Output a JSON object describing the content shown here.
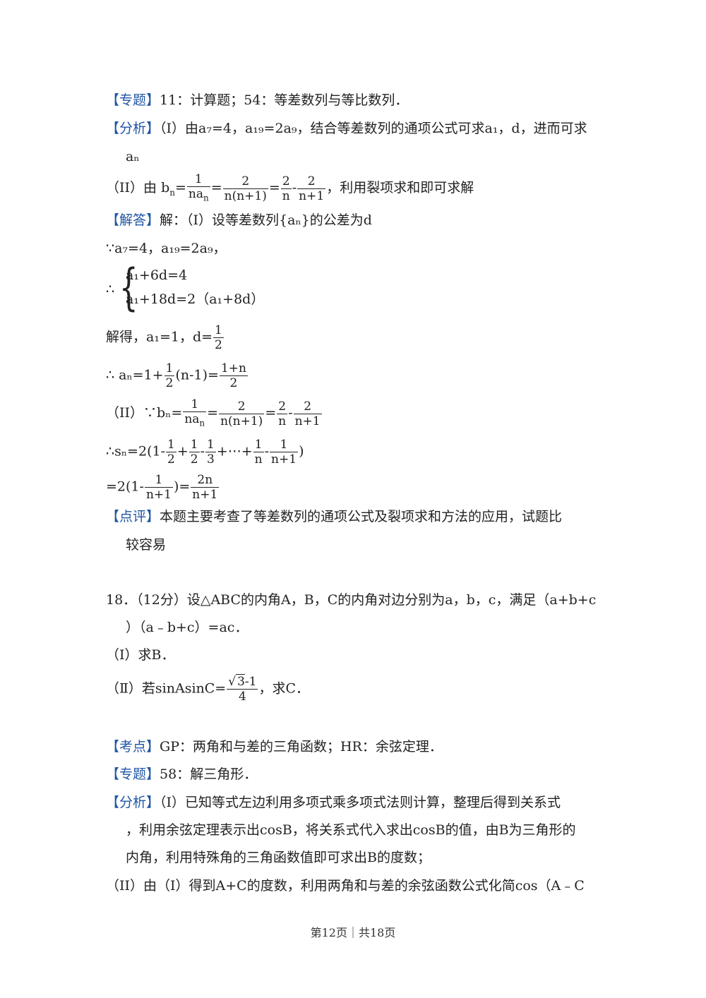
{
  "lines": {
    "l1_tag": "【专题】",
    "l1_text": "11：计算题；54：等差数列与等比数列．",
    "l2_tag": "【分析】",
    "l2_text": "（I）由a₇=4，a₁₉=2a₉，结合等差数列的通项公式可求a₁，d，进而可求",
    "l3_text": "aₙ",
    "l4_a": "（II）由",
    "l4_b": "，利用裂项求和即可求解",
    "l5_tag": "【解答】",
    "l5_text": "解：（I）设等差数列{aₙ}的公差为d",
    "l6_text": "∵a₇=4，a₁₉=2a₉，",
    "l7_text": "a₁+6d=4",
    "l8_text": "a₁+18d=2（a₁+8d）",
    "therefore": "∴",
    "l9_text": "解得，a₁=1，d=",
    "l10_text": "∴ aₙ=1+",
    "l10_b": "(n-1)=",
    "l11_text": "（II）∵bₙ=",
    "l12_text": "∴sₙ=2(1-",
    "l13_text": "=2(1-",
    "l14_tag": "【点评】",
    "l14_text": "本题主要考查了等差数列的通项公式及裂项求和方法的应用，试题比",
    "l15_text": "较容易",
    "q18_a": "18．（12分）设△ABC的内角A，B，C的内角对边分别为a，b，c，满足（a+b+c",
    "q18_b": "）（a﹣b+c）=ac．",
    "q18_c": "（Ⅰ）求B．",
    "q18_d": "（Ⅱ）若sinAsinC=",
    "q18_d_end": "，求C．",
    "kd_tag": "【考点】",
    "kd_text": "GP：两角和与差的三角函数；HR：余弦定理．",
    "zt_tag": "【专题】",
    "zt_text": "58：解三角形．",
    "fx_tag": "【分析】",
    "fx_1": "（I）已知等式左边利用多项式乘多项式法则计算，整理后得到关系式",
    "fx_2": "，利用余弦定理表示出cosB，将关系式代入求出cosB的值，由B为三角形的",
    "fx_3": "内角，利用特殊角的三角函数值即可求出B的度数；",
    "fx_4": "（II）由（I）得到A+C的度数，利用两角和与差的余弦函数公式化简cos（A﹣C"
  },
  "footer": "第12页｜共18页"
}
